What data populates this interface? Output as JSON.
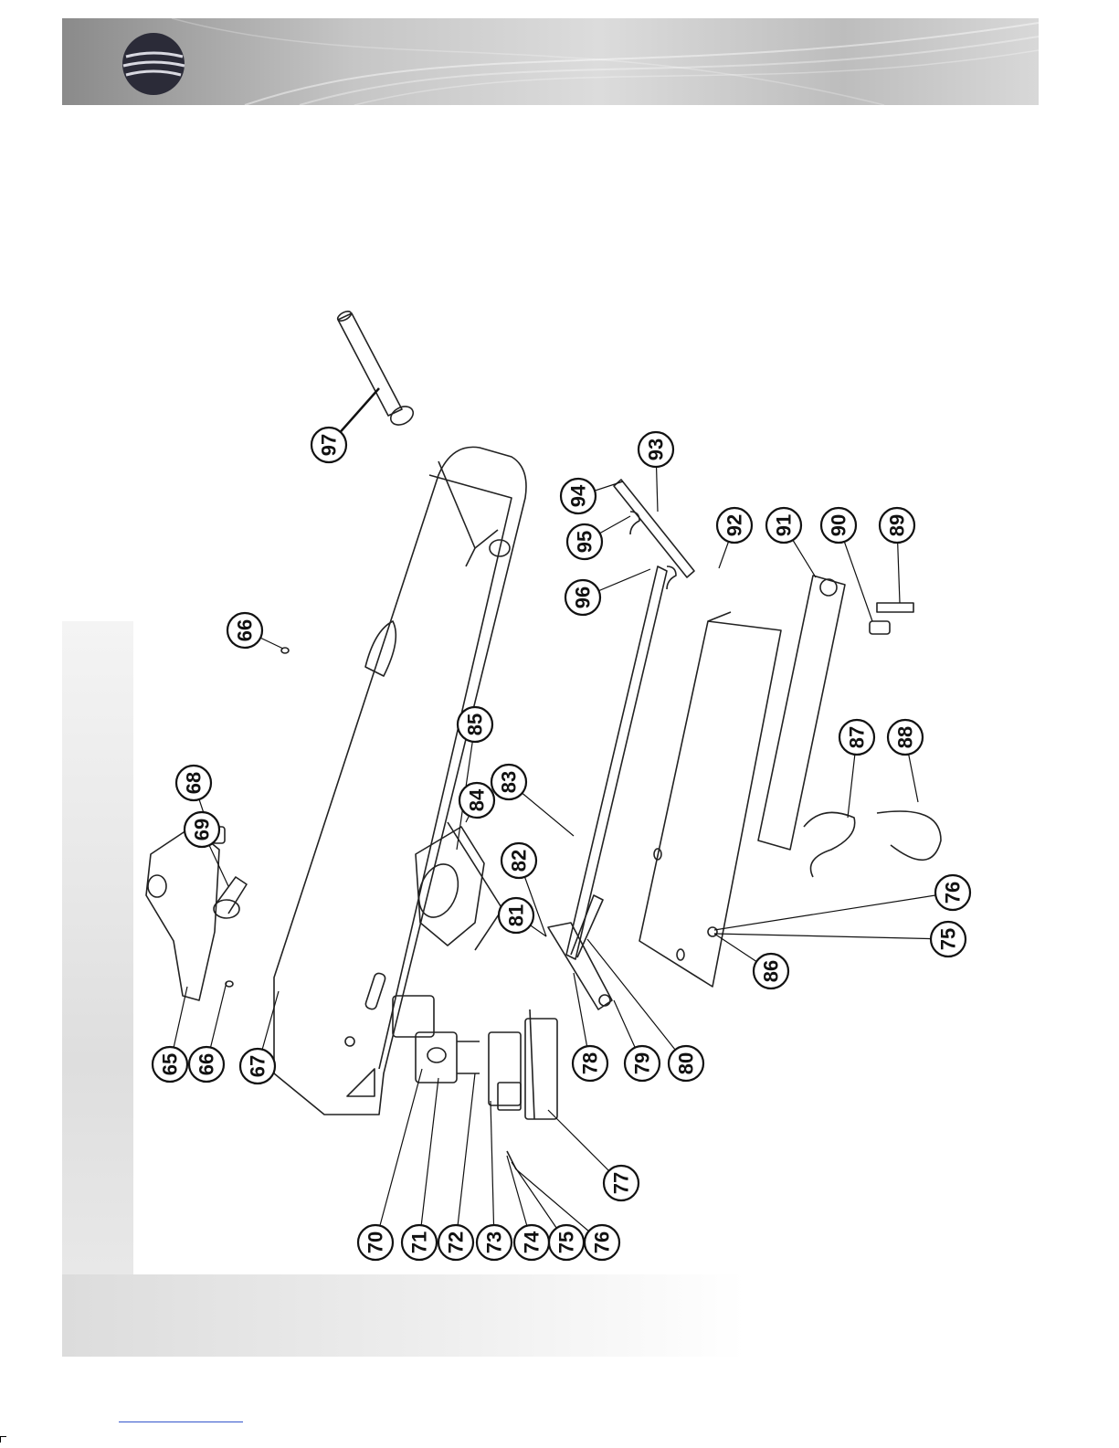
{
  "header": {
    "logo_icon": "sphere-logo-icon"
  },
  "callouts": [
    {
      "label": "97"
    },
    {
      "label": "66"
    },
    {
      "label": "68"
    },
    {
      "label": "69"
    },
    {
      "label": "85"
    },
    {
      "label": "84"
    },
    {
      "label": "83"
    },
    {
      "label": "82"
    },
    {
      "label": "81"
    },
    {
      "label": "94"
    },
    {
      "label": "93"
    },
    {
      "label": "95"
    },
    {
      "label": "96"
    },
    {
      "label": "92"
    },
    {
      "label": "91"
    },
    {
      "label": "90"
    },
    {
      "label": "89"
    },
    {
      "label": "87"
    },
    {
      "label": "88"
    },
    {
      "label": "76"
    },
    {
      "label": "75"
    },
    {
      "label": "86"
    },
    {
      "label": "65"
    },
    {
      "label": "66"
    },
    {
      "label": "67"
    },
    {
      "label": "78"
    },
    {
      "label": "79"
    },
    {
      "label": "80"
    },
    {
      "label": "70"
    },
    {
      "label": "71"
    },
    {
      "label": "72"
    },
    {
      "label": "73"
    },
    {
      "label": "74"
    },
    {
      "label": "75"
    },
    {
      "label": "76"
    },
    {
      "label": "77"
    }
  ]
}
